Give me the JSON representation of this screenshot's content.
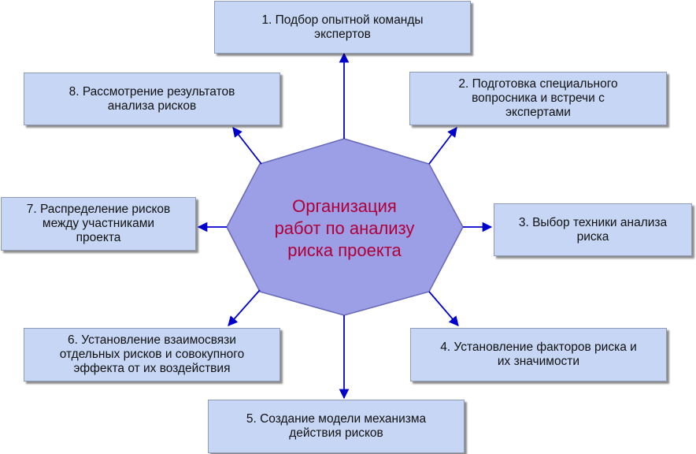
{
  "colors": {
    "box_fill": "#c6d6f4",
    "box_border": "#8e9cb8",
    "center_fill": "#9c9ee6",
    "center_border": "#6668b8",
    "center_text": "#b0003a",
    "arrow": "#0000cc"
  },
  "center": {
    "text": "Организация\nработ по анализу\nриска проекта"
  },
  "steps": [
    {
      "text": "1. Подбор опытной команды\nэкспертов"
    },
    {
      "text": "2. Подготовка специального\nвопросника и встречи с\nэкспертами"
    },
    {
      "text": "3. Выбор техники анализа\nриска"
    },
    {
      "text": "4. Установление факторов риска и\nих значимости"
    },
    {
      "text": "5. Создание модели механизма\nдействия рисков"
    },
    {
      "text": "6. Установление взаимосвязи\nотдельных рисков и совокупного\nэффекта от их воздействия"
    },
    {
      "text": "7. Распределение рисков\nмежду участниками\nпроекта"
    },
    {
      "text": "8. Рассмотрение результатов\nанализа  рисков"
    }
  ]
}
